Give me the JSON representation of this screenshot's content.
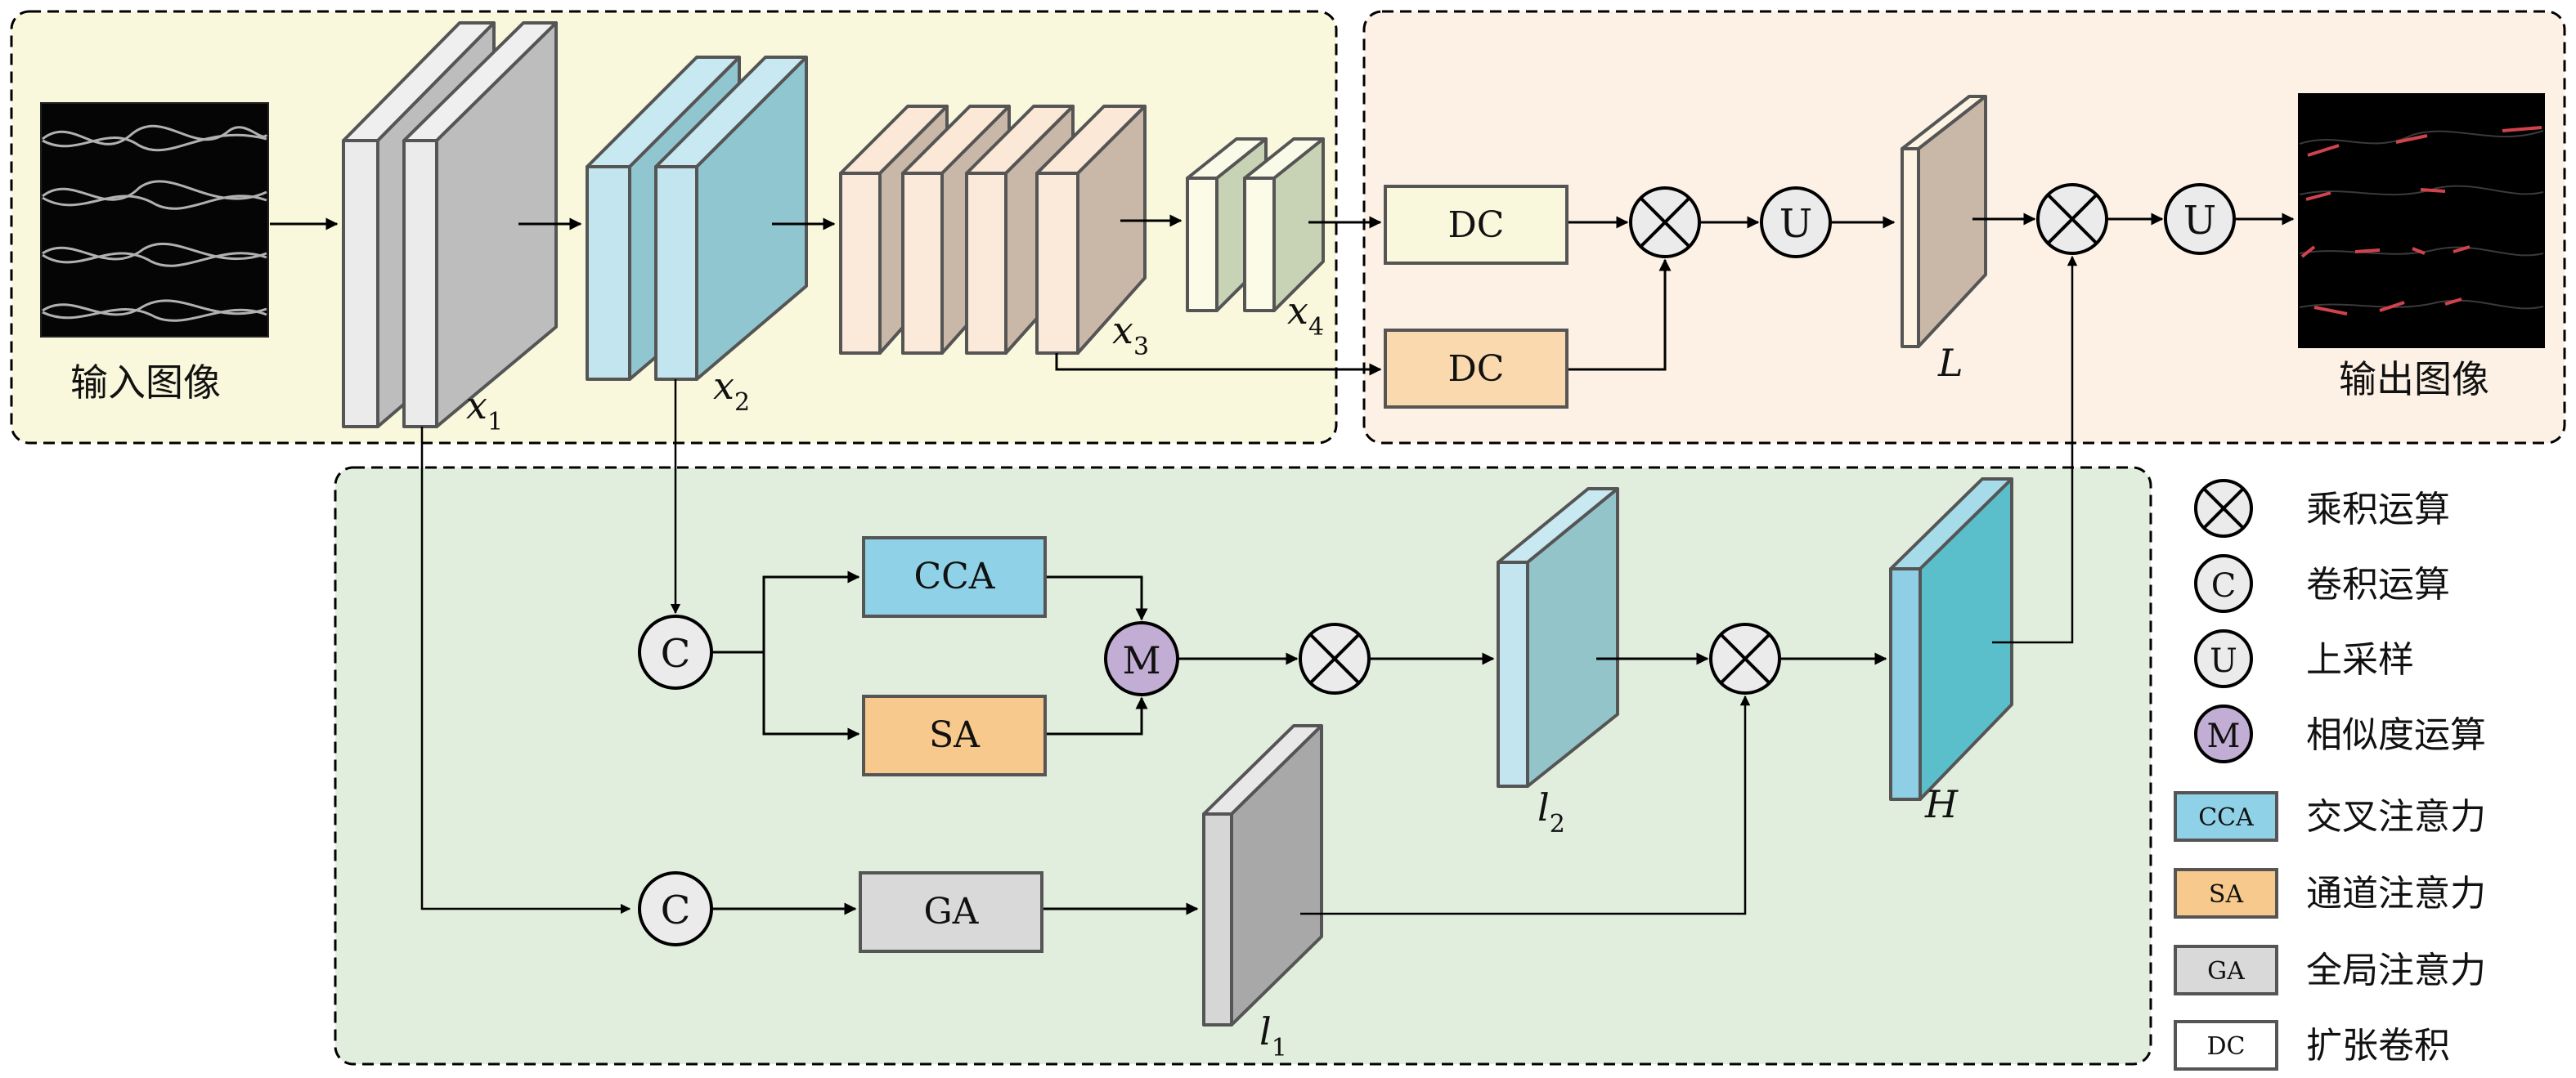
{
  "panels": {
    "encoder": {
      "fill": "#f9f8dc"
    },
    "decoder": {
      "fill": "#fcf1e4"
    },
    "attention": {
      "fill": "#e2eedd"
    }
  },
  "images": {
    "input_label": "输入图像",
    "output_label": "输出图像"
  },
  "feature_maps": {
    "x1": {
      "base": "x",
      "sub": "1"
    },
    "x2": {
      "base": "x",
      "sub": "2"
    },
    "x3": {
      "base": "x",
      "sub": "3"
    },
    "x4": {
      "base": "x",
      "sub": "4"
    },
    "L": {
      "base": "L",
      "sub": ""
    },
    "l1": {
      "base": "l",
      "sub": "1"
    },
    "l2": {
      "base": "l",
      "sub": "2"
    },
    "H": {
      "base": "H",
      "sub": ""
    }
  },
  "blocks": {
    "dc_top": "DC",
    "dc_bottom": "DC",
    "cca": "CCA",
    "sa": "SA",
    "ga": "GA"
  },
  "operators": {
    "multiply": "⊗",
    "conv": "C",
    "upsample": "U",
    "similarity": "M"
  },
  "colors": {
    "cca": "#8fd1e6",
    "sa": "#f8c98c",
    "ga": "#d9d9d9",
    "dc": "#ffffff",
    "dc_top": "#f9f8dc",
    "dc_bottom": "#fad9ae",
    "similarity": "#c2aed4",
    "operator": "#ebebeb"
  },
  "legend": [
    {
      "symbol": "multiply",
      "label": "乘积运算"
    },
    {
      "symbol": "C",
      "label": "卷积运算"
    },
    {
      "symbol": "U",
      "label": "上采样"
    },
    {
      "symbol": "M",
      "label": "相似度运算"
    },
    {
      "symbol": "CCA",
      "label": "交叉注意力"
    },
    {
      "symbol": "SA",
      "label": "通道注意力"
    },
    {
      "symbol": "GA",
      "label": "全局注意力"
    },
    {
      "symbol": "DC",
      "label": "扩张卷积"
    }
  ]
}
